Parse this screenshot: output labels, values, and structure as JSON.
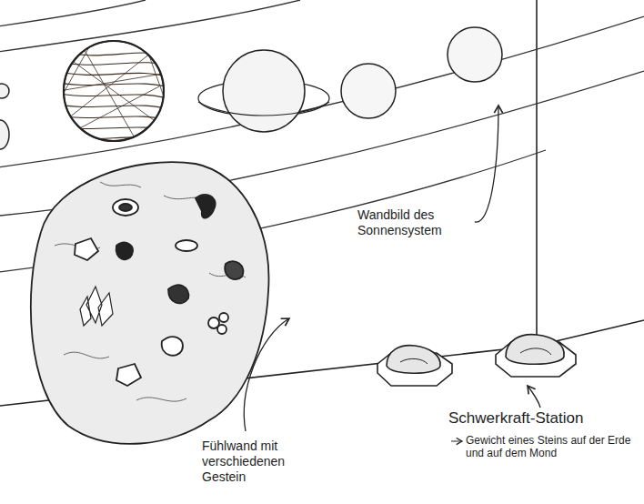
{
  "diagram": {
    "labels": [
      "Wandbild des Sonnensystem",
      "Fühlwand mit verschiedenen Gestein",
      "Schwerkraft-Station",
      "Gewicht eines Steins auf der Erde und auf dem Mond"
    ]
  }
}
